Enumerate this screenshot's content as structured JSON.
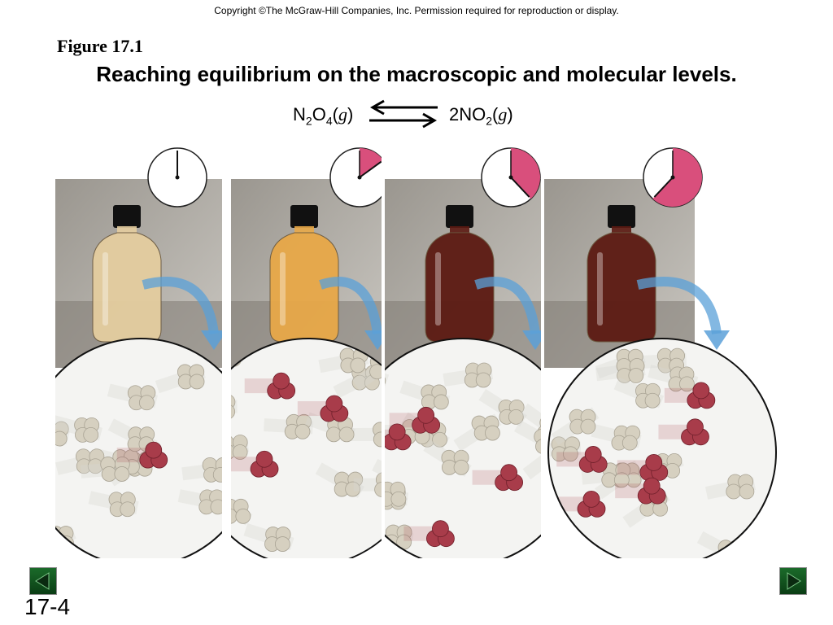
{
  "header": {
    "copyright": "Copyright ©The McGraw-Hill Companies, Inc.  Permission required for reproduction or display."
  },
  "figure": {
    "label": "Figure 17.1",
    "title": "Reaching equilibrium on the macroscopic and molecular levels."
  },
  "equation": {
    "reactant_main": "N",
    "reactant_sub1": "2",
    "reactant_mid": "O",
    "reactant_sub2": "4",
    "reactant_open": "(",
    "reactant_state": "g",
    "reactant_close": ")",
    "product_main": "2NO",
    "product_sub": "2",
    "product_open": "(",
    "product_state": "g",
    "product_close": ")"
  },
  "panels": [
    {
      "time_fraction": 0.0,
      "liquid_color": "#e4cd9f",
      "brown_molecules": 1
    },
    {
      "time_fraction": 0.15,
      "liquid_color": "#e8a848",
      "brown_molecules": 3
    },
    {
      "time_fraction": 0.38,
      "liquid_color": "#5c1a12",
      "brown_molecules": 4
    },
    {
      "time_fraction": 0.62,
      "liquid_color": "#5c1a12",
      "brown_molecules": 6
    }
  ],
  "colors": {
    "clock_fill": "#d94f7c",
    "arrow_blue": "#5aa0d8",
    "no2_molecule": "#a83c4a",
    "n2o4_molecule": "#d6d0c0"
  },
  "footer": {
    "slide_number": "17-4",
    "prev_icon": "triangle-left-icon",
    "next_icon": "triangle-right-icon"
  }
}
